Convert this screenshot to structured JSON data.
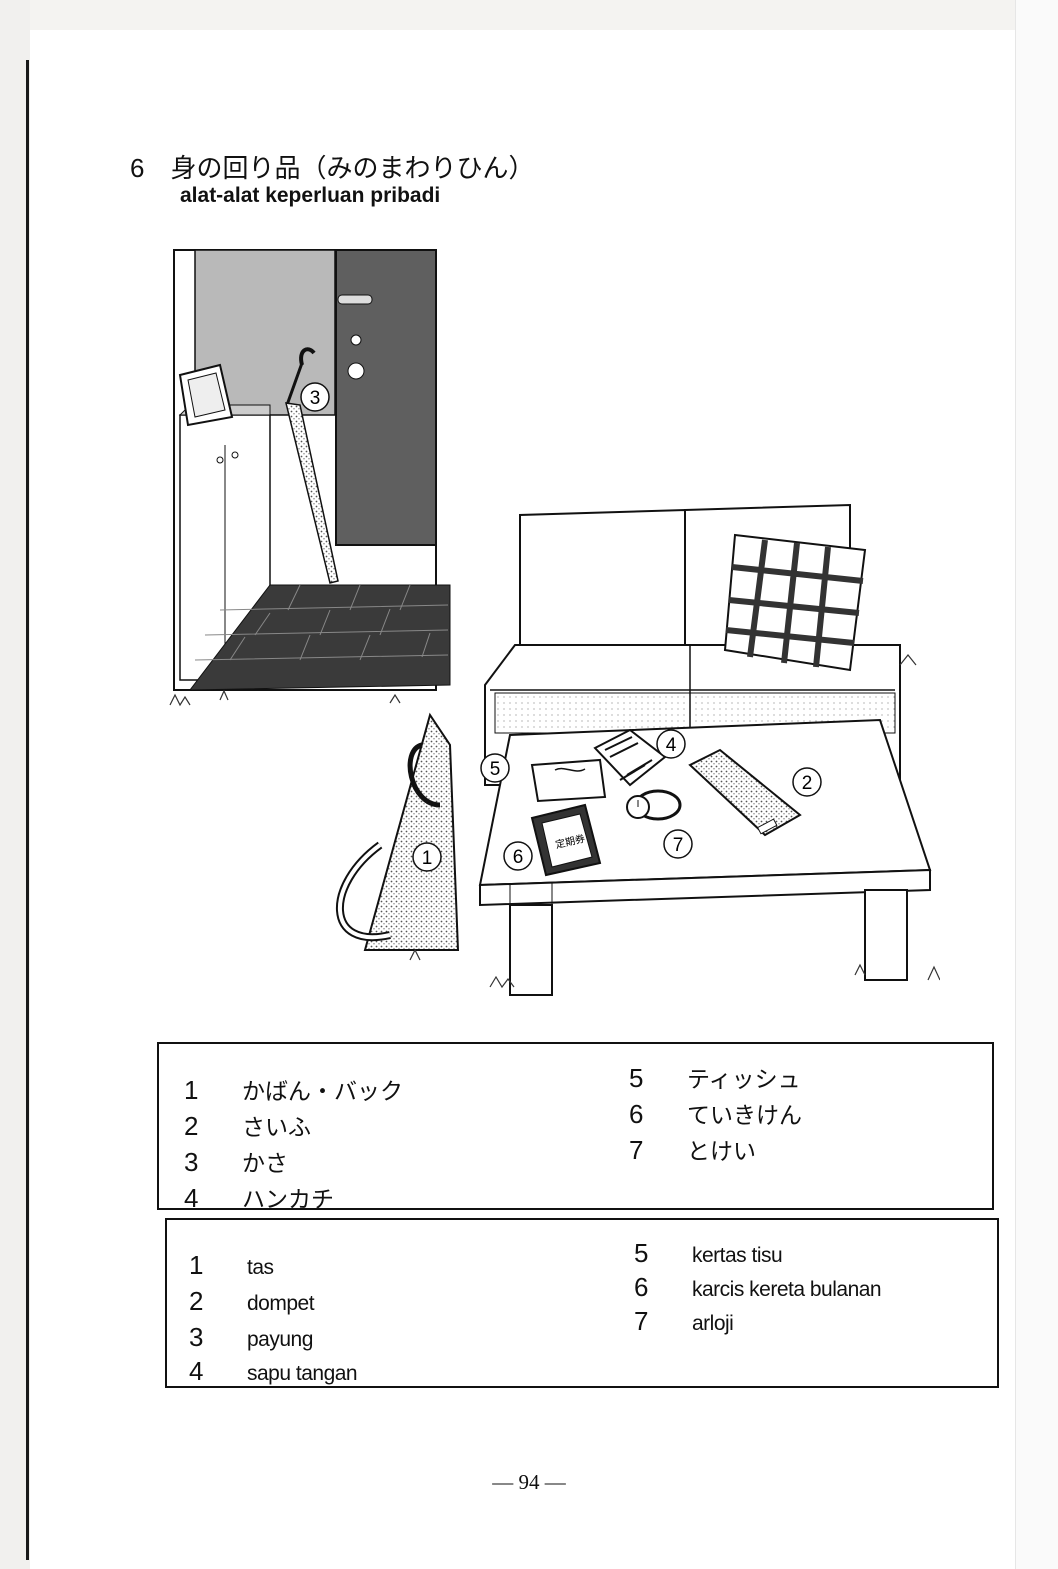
{
  "section": {
    "number": "6",
    "title_jp": "身の回り品（みのまわりひん）",
    "title_id": "alat-alat keperluan pribadi"
  },
  "illustration": {
    "callouts": [
      "1",
      "2",
      "3",
      "4",
      "5",
      "6",
      "7"
    ],
    "ticket_text": "定期券"
  },
  "vocab_japanese": [
    {
      "num": "1",
      "text": "かばん・バック"
    },
    {
      "num": "2",
      "text": "さいふ"
    },
    {
      "num": "3",
      "text": "かさ"
    },
    {
      "num": "4",
      "text": "ハンカチ"
    },
    {
      "num": "5",
      "text": "ティッシュ"
    },
    {
      "num": "6",
      "text": "ていきけん"
    },
    {
      "num": "7",
      "text": "とけい"
    }
  ],
  "vocab_indonesian": [
    {
      "num": "1",
      "text": "tas"
    },
    {
      "num": "2",
      "text": "dompet"
    },
    {
      "num": "3",
      "text": "payung"
    },
    {
      "num": "4",
      "text": "sapu tangan"
    },
    {
      "num": "5",
      "text": "kertas tisu"
    },
    {
      "num": "6",
      "text": "karcis kereta bulanan"
    },
    {
      "num": "7",
      "text": "arloji"
    }
  ],
  "page_number": "— 94 —"
}
